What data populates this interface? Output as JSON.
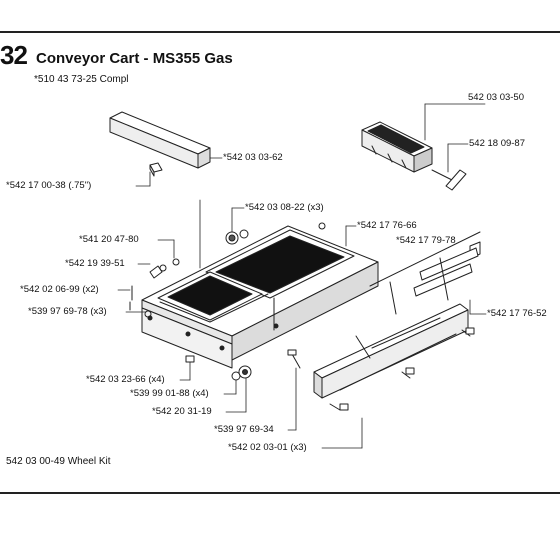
{
  "header": {
    "number": "32",
    "title": "Conveyor Cart - MS355 Gas",
    "subtitle": "*510 43 73-25 Compl"
  },
  "footer": {
    "note": "542 03 00-49 Wheel Kit"
  },
  "labels": {
    "p_54203_0350": "542 03 03-50",
    "p_54218_0987": "542 18 09-87",
    "p_54203_0362": "*542 03 03-62",
    "p_54217_0038": "*542 17 00-38 (.75\")",
    "p_54203_0822": "*542 03 08-22 (x3)",
    "p_54217_7666": "*542 17 76-66",
    "p_54217_7978": "*542 17 79-78",
    "p_54120_4780": "*541 20 47-80",
    "p_54219_3951": "*542 19 39-51",
    "p_54202_0699": "*542 02 06-99 (x2)",
    "p_53997_6978": "*539 97 69-78 (x3)",
    "p_54217_7652": "*542 17 76-52",
    "p_54203_2366": "*542 03 23-66 (x4)",
    "p_53999_0188": "*539 99 01-88 (x4)",
    "p_54220_3119": "*542 20 31-19",
    "p_53997_6934": "*539 97 69-34",
    "p_54202_0301": "*542 02 03-01 (x3)"
  }
}
